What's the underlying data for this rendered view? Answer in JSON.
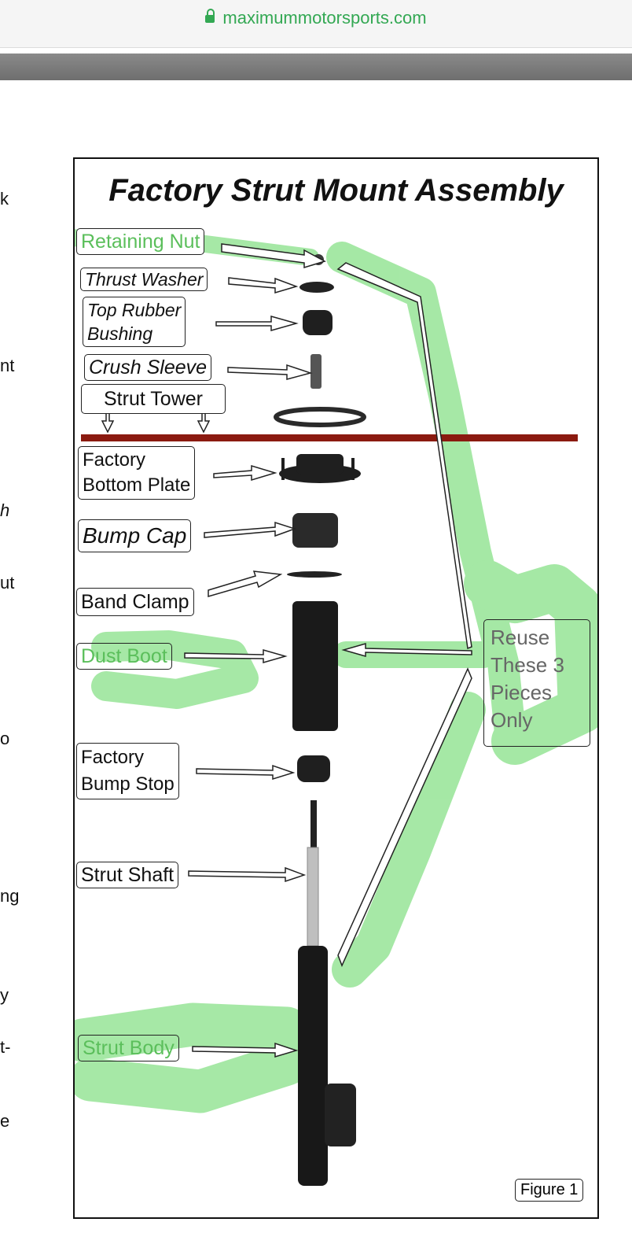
{
  "browser": {
    "url": "maximummotorsports.com"
  },
  "page_fragments": [
    "k",
    "nt",
    "h",
    "ut",
    "o",
    "ng",
    "y",
    "t-",
    "e"
  ],
  "figure": {
    "title": "Factory Strut Mount Assembly",
    "labels": {
      "retaining_nut": "Retaining Nut",
      "thrust_washer": "Thrust Washer",
      "top_rubber_bushing_1": "Top Rubber",
      "top_rubber_bushing_2": "Bushing",
      "crush_sleeve": "Crush Sleeve",
      "strut_tower": "Strut Tower",
      "factory_bottom_plate_1": "Factory",
      "factory_bottom_plate_2": "Bottom Plate",
      "bump_cap": "Bump Cap",
      "band_clamp": "Band Clamp",
      "dust_boot": "Dust Boot",
      "factory_bump_stop_1": "Factory",
      "factory_bump_stop_2": "Bump Stop",
      "strut_shaft": "Strut Shaft",
      "strut_body": "Strut Body"
    },
    "reuse_note": [
      "Reuse",
      "These 3",
      "Pieces",
      "Only"
    ],
    "figure_label": "Figure 1"
  },
  "colors": {
    "highlight": "#5cd65c",
    "strut_tower_bar": "#8b1a10",
    "url": "#33a853"
  }
}
